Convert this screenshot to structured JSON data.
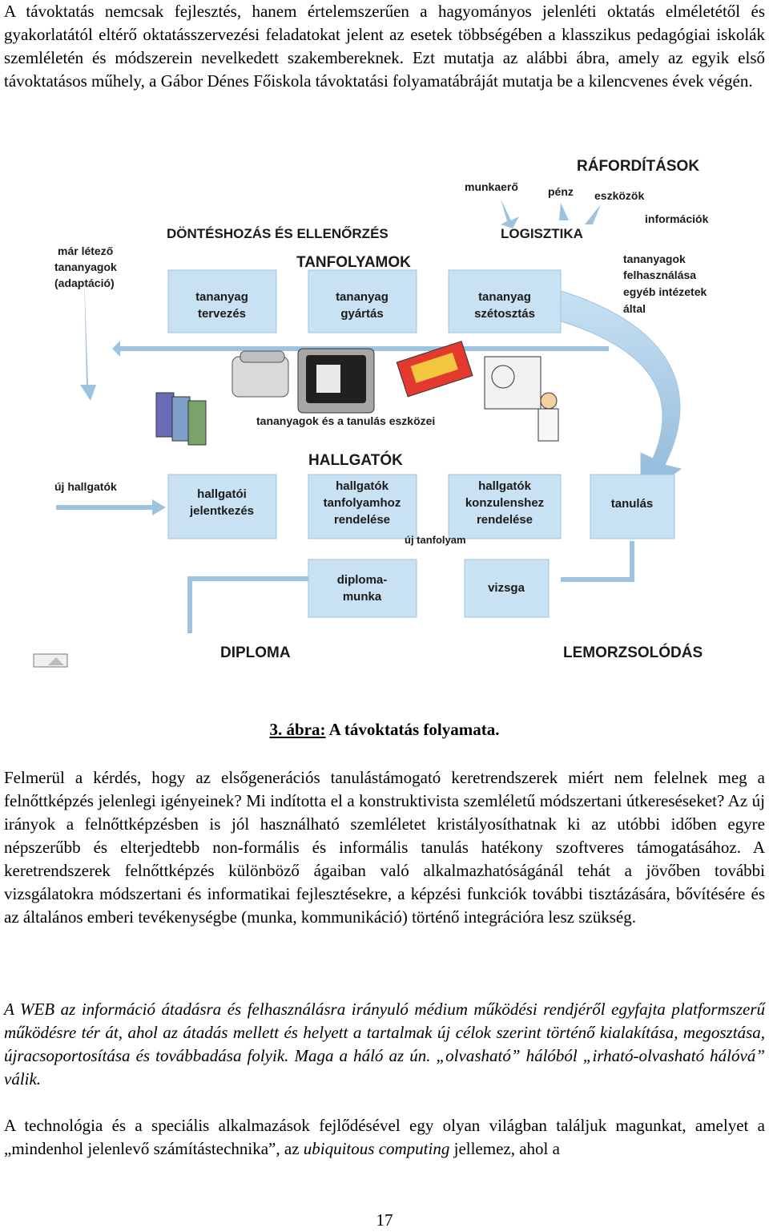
{
  "paragraphs": {
    "intro": "A távoktatás nemcsak fejlesztés, hanem értelemszerűen a hagyományos jelenléti oktatás elméletétől és gyakorlatától eltérő oktatásszervezési feladatokat jelent az esetek többségében a klasszikus pedagógiai iskolák szemléletén és módszerein nevelkedett szakembereknek. Ezt mutatja az alábbi ábra, amely az egyik első távoktatásos műhely, a Gábor Dénes Főiskola távoktatási folyamatábráját mutatja be a kilencvenes évek végén.",
    "second": "Felmerül a kérdés, hogy az elsőgenerációs tanulástámogató keretrendszerek miért nem felelnek meg a felnőttképzés jelenlegi igényeinek? Mi indította el a konstruktivista szemléletű módszertani útkereséseket? Az új irányok a felnőttképzésben is jól használható szemléletet kristályosíthatnak ki az utóbbi időben egyre népszerűbb és elterjedtebb non-formális és informális tanulás hatékony szoftveres támogatásához. A keretrendszerek felnőttképzés különböző ágaiban való alkalmazhatóságánál tehát a jövőben további vizsgálatokra módszertani és informatikai fejlesztésekre, a képzési funkciók további tisztázására, bővítésére és az általános emberi tevékenységbe (munka, kommunikáció) történő integrációra lesz szükség.",
    "italic": "A WEB az információ átadásra és felhasználásra irányuló médium működési rendjéről egyfajta platformszerű működésre tér át, ahol az átadás mellett és helyett a tartalmak új célok szerint történő kialakítása, megosztása, újracsoportosítása  és továbbadása folyik. Maga a háló az ún. „olvasható” hálóból „irható-olvasható hálóvá” válik.",
    "last_before": "A technológia és a speciális alkalmazások fejlődésével egy olyan világban találjuk magunkat, amelyet a „mindenhol jelenlevő számítástechnika”, az ",
    "last_italic": "ubiquitous computing",
    "last_after": " jellemez, ahol a"
  },
  "caption": {
    "label": "3. ábra:",
    "text": " A távoktatás folyamata."
  },
  "page_number": "17",
  "diagram": {
    "raforditasok": "RÁFORDÍTÁSOK",
    "munkaero": "munkaerő",
    "penz": "pénz",
    "eszkozok": "eszközök",
    "informaciok": "információk",
    "dontes": "DÖNTÉSHOZÁS ÉS ELLENŐRZÉS",
    "logisztika": "LOGISZTIKA",
    "tanfolyamok": "TANFOLYAMOK",
    "mar_letezo": [
      "már létező",
      "tananyagok",
      "(adaptáció)"
    ],
    "tervezes": [
      "tananyag",
      "tervezés"
    ],
    "gyartas": [
      "tananyag",
      "gyártás"
    ],
    "szetosztas": [
      "tananyag",
      "szétosztás"
    ],
    "felhasznalas": [
      "tananyagok",
      "felhasználása",
      "egyéb intézetek",
      "által"
    ],
    "eszkozei": "tananyagok és a tanulás eszközei",
    "hallgatok": "HALLGATÓK",
    "uj_hallgatok": "új hallgatók",
    "jelentkezes": [
      "hallgatói",
      "jelentkezés"
    ],
    "tanfolyam_rendeles": [
      "hallgatók",
      "tanfolyamhoz",
      "rendelése"
    ],
    "konzulens_rendeles": [
      "hallgatók",
      "konzulenshez",
      "rendelése"
    ],
    "tanulas": "tanulás",
    "uj_tanfolyam": "új tanfolyam",
    "diplomamunka": [
      "diploma-",
      "munka"
    ],
    "vizsga": "vizsga",
    "diploma": "DIPLOMA",
    "lemorzsolodas": "LEMORZSOLÓDÁS",
    "colors": {
      "box": "#c8e1f3",
      "arrow": "#9ec3df"
    }
  }
}
